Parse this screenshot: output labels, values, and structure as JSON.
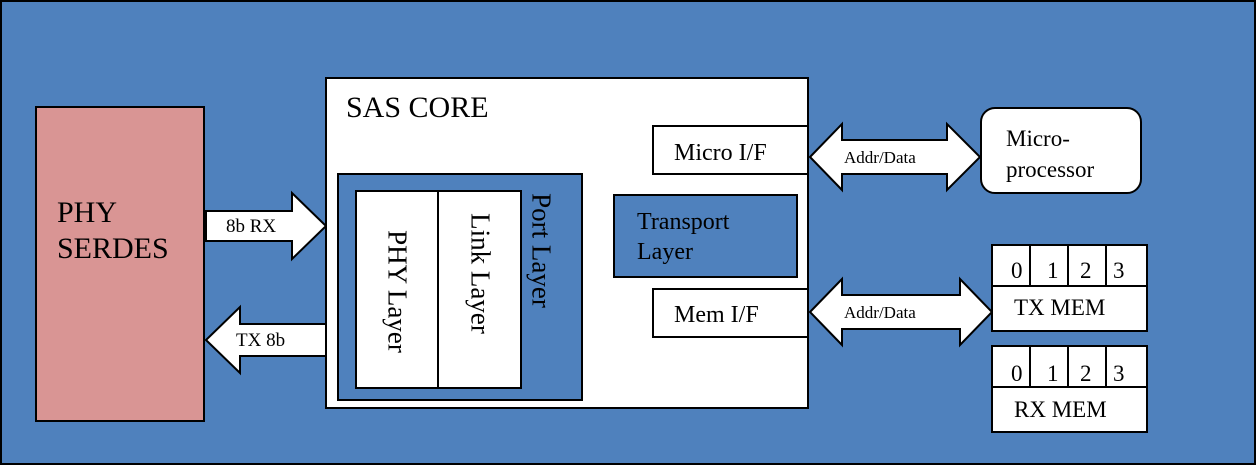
{
  "colors": {
    "background": "#4f81bd",
    "border": "#000000",
    "phy_serdes_fill": "#d99594",
    "box_fill": "#ffffff"
  },
  "phy_serdes": {
    "line1": "PHY",
    "line2": "SERDES"
  },
  "arrows": {
    "rx": "8b RX",
    "tx": "TX 8b",
    "addr_data_micro": "Addr/Data",
    "addr_data_mem": "Addr/Data"
  },
  "sas_core": {
    "title": "SAS CORE",
    "port_layer": "Port Layer",
    "link_layer": "Link Layer",
    "phy_layer": "PHY Layer",
    "transport_line1": "Transport",
    "transport_line2": "Layer",
    "micro_if": "Micro I/F",
    "mem_if": "Mem I/F"
  },
  "microprocessor": {
    "line1": "Micro-",
    "line2": "processor"
  },
  "tx_mem": {
    "cells": [
      "0",
      "1",
      "2",
      "3"
    ],
    "label": "TX MEM"
  },
  "rx_mem": {
    "cells": [
      "0",
      "1",
      "2",
      "3"
    ],
    "label": "RX MEM"
  }
}
